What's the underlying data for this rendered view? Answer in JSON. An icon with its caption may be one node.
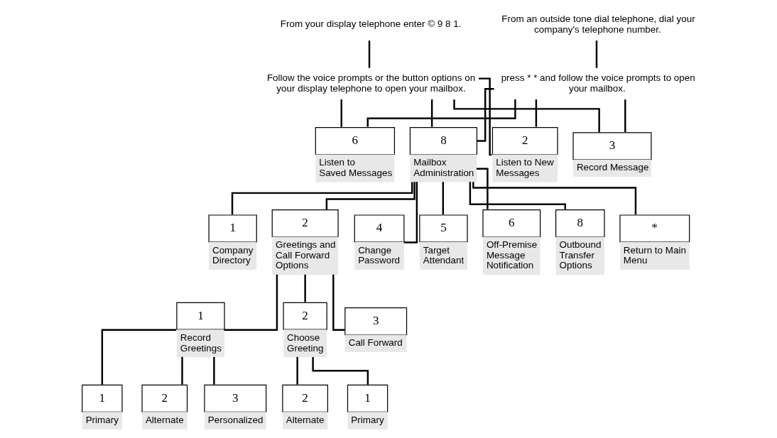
{
  "diagram": {
    "nodes": [
      {
        "text": [
          "From your display telephone enter © 9 8 1."
        ]
      },
      {
        "text": [
          "Follow the voice prompts or the button options on your display telephone to open your mailbox."
        ]
      },
      {
        "text": [
          "From an outside tone dial telephone, dial your company's telephone number."
        ]
      },
      {
        "text": [
          "press * * and follow the voice prompts to open your mailbox."
        ]
      },
      {
        "text": [
          "2",
          "Listen to New Messages"
        ]
      },
      {
        "text": [
          "3",
          "Record Message"
        ]
      },
      {
        "text": [
          "6",
          "Listen to Saved Messages"
        ]
      },
      {
        "text": [
          "8",
          "Mailbox Administration"
        ]
      },
      {
        "text": [
          "1",
          "Company Directory"
        ]
      },
      {
        "text": [
          "2",
          "Greetings and Call Forward Options"
        ]
      },
      {
        "text": [
          "4",
          "Change Password"
        ]
      },
      {
        "text": [
          "5",
          "Target Attendant"
        ]
      },
      {
        "text": [
          "6",
          "Off-Premise Message Notification"
        ]
      },
      {
        "text": [
          "8",
          "Outbound Transfer Options"
        ]
      },
      {
        "text": [
          "*",
          "Return to Main Menu"
        ]
      },
      {
        "text": [
          "1",
          "Record Greetings"
        ]
      },
      {
        "text": [
          "2",
          "Choose Greeting"
        ]
      },
      {
        "text": [
          "3",
          "Call Forward"
        ]
      },
      {
        "text": [
          "1",
          "Primary"
        ]
      },
      {
        "text": [
          "2",
          "Alternate"
        ]
      },
      {
        "text": [
          "3",
          "Personalized"
        ]
      },
      {
        "text": [
          "1",
          "Primary"
        ]
      },
      {
        "text": [
          "2",
          "Alternate"
        ]
      }
    ],
    "edges": [
      {
        "from": 0,
        "to": 1,
        "arrow": "none"
      },
      {
        "from": 2,
        "to": 3,
        "arrow": "none"
      },
      {
        "from": 1,
        "to": 4,
        "arrow": "none"
      },
      {
        "from": 1,
        "to": 5,
        "arrow": "none"
      },
      {
        "from": 1,
        "to": 6,
        "arrow": "none"
      },
      {
        "from": 1,
        "to": 7,
        "arrow": "none"
      },
      {
        "from": 3,
        "to": 4,
        "arrow": "none"
      },
      {
        "from": 3,
        "to": 5,
        "arrow": "none"
      },
      {
        "from": 3,
        "to": 6,
        "arrow": "none"
      },
      {
        "from": 3,
        "to": 7,
        "arrow": "none"
      },
      {
        "from": 7,
        "to": 8,
        "arrow": "none"
      },
      {
        "from": 7,
        "to": 9,
        "arrow": "none"
      },
      {
        "from": 7,
        "to": 10,
        "arrow": "none"
      },
      {
        "from": 7,
        "to": 11,
        "arrow": "none"
      },
      {
        "from": 7,
        "to": 12,
        "arrow": "none"
      },
      {
        "from": 7,
        "to": 13,
        "arrow": "none"
      },
      {
        "from": 7,
        "to": 14,
        "arrow": "none"
      },
      {
        "from": 9,
        "to": 15,
        "arrow": "none"
      },
      {
        "from": 9,
        "to": 16,
        "arrow": "none"
      },
      {
        "from": 9,
        "to": 17,
        "arrow": "none"
      },
      {
        "from": 15,
        "to": 18,
        "arrow": "none"
      },
      {
        "from": 15,
        "to": 19,
        "arrow": "none"
      },
      {
        "from": 15,
        "to": 20,
        "arrow": "none"
      },
      {
        "from": 16,
        "to": 21,
        "arrow": "none"
      },
      {
        "from": 16,
        "to": 22,
        "arrow": "none"
      }
    ]
  }
}
